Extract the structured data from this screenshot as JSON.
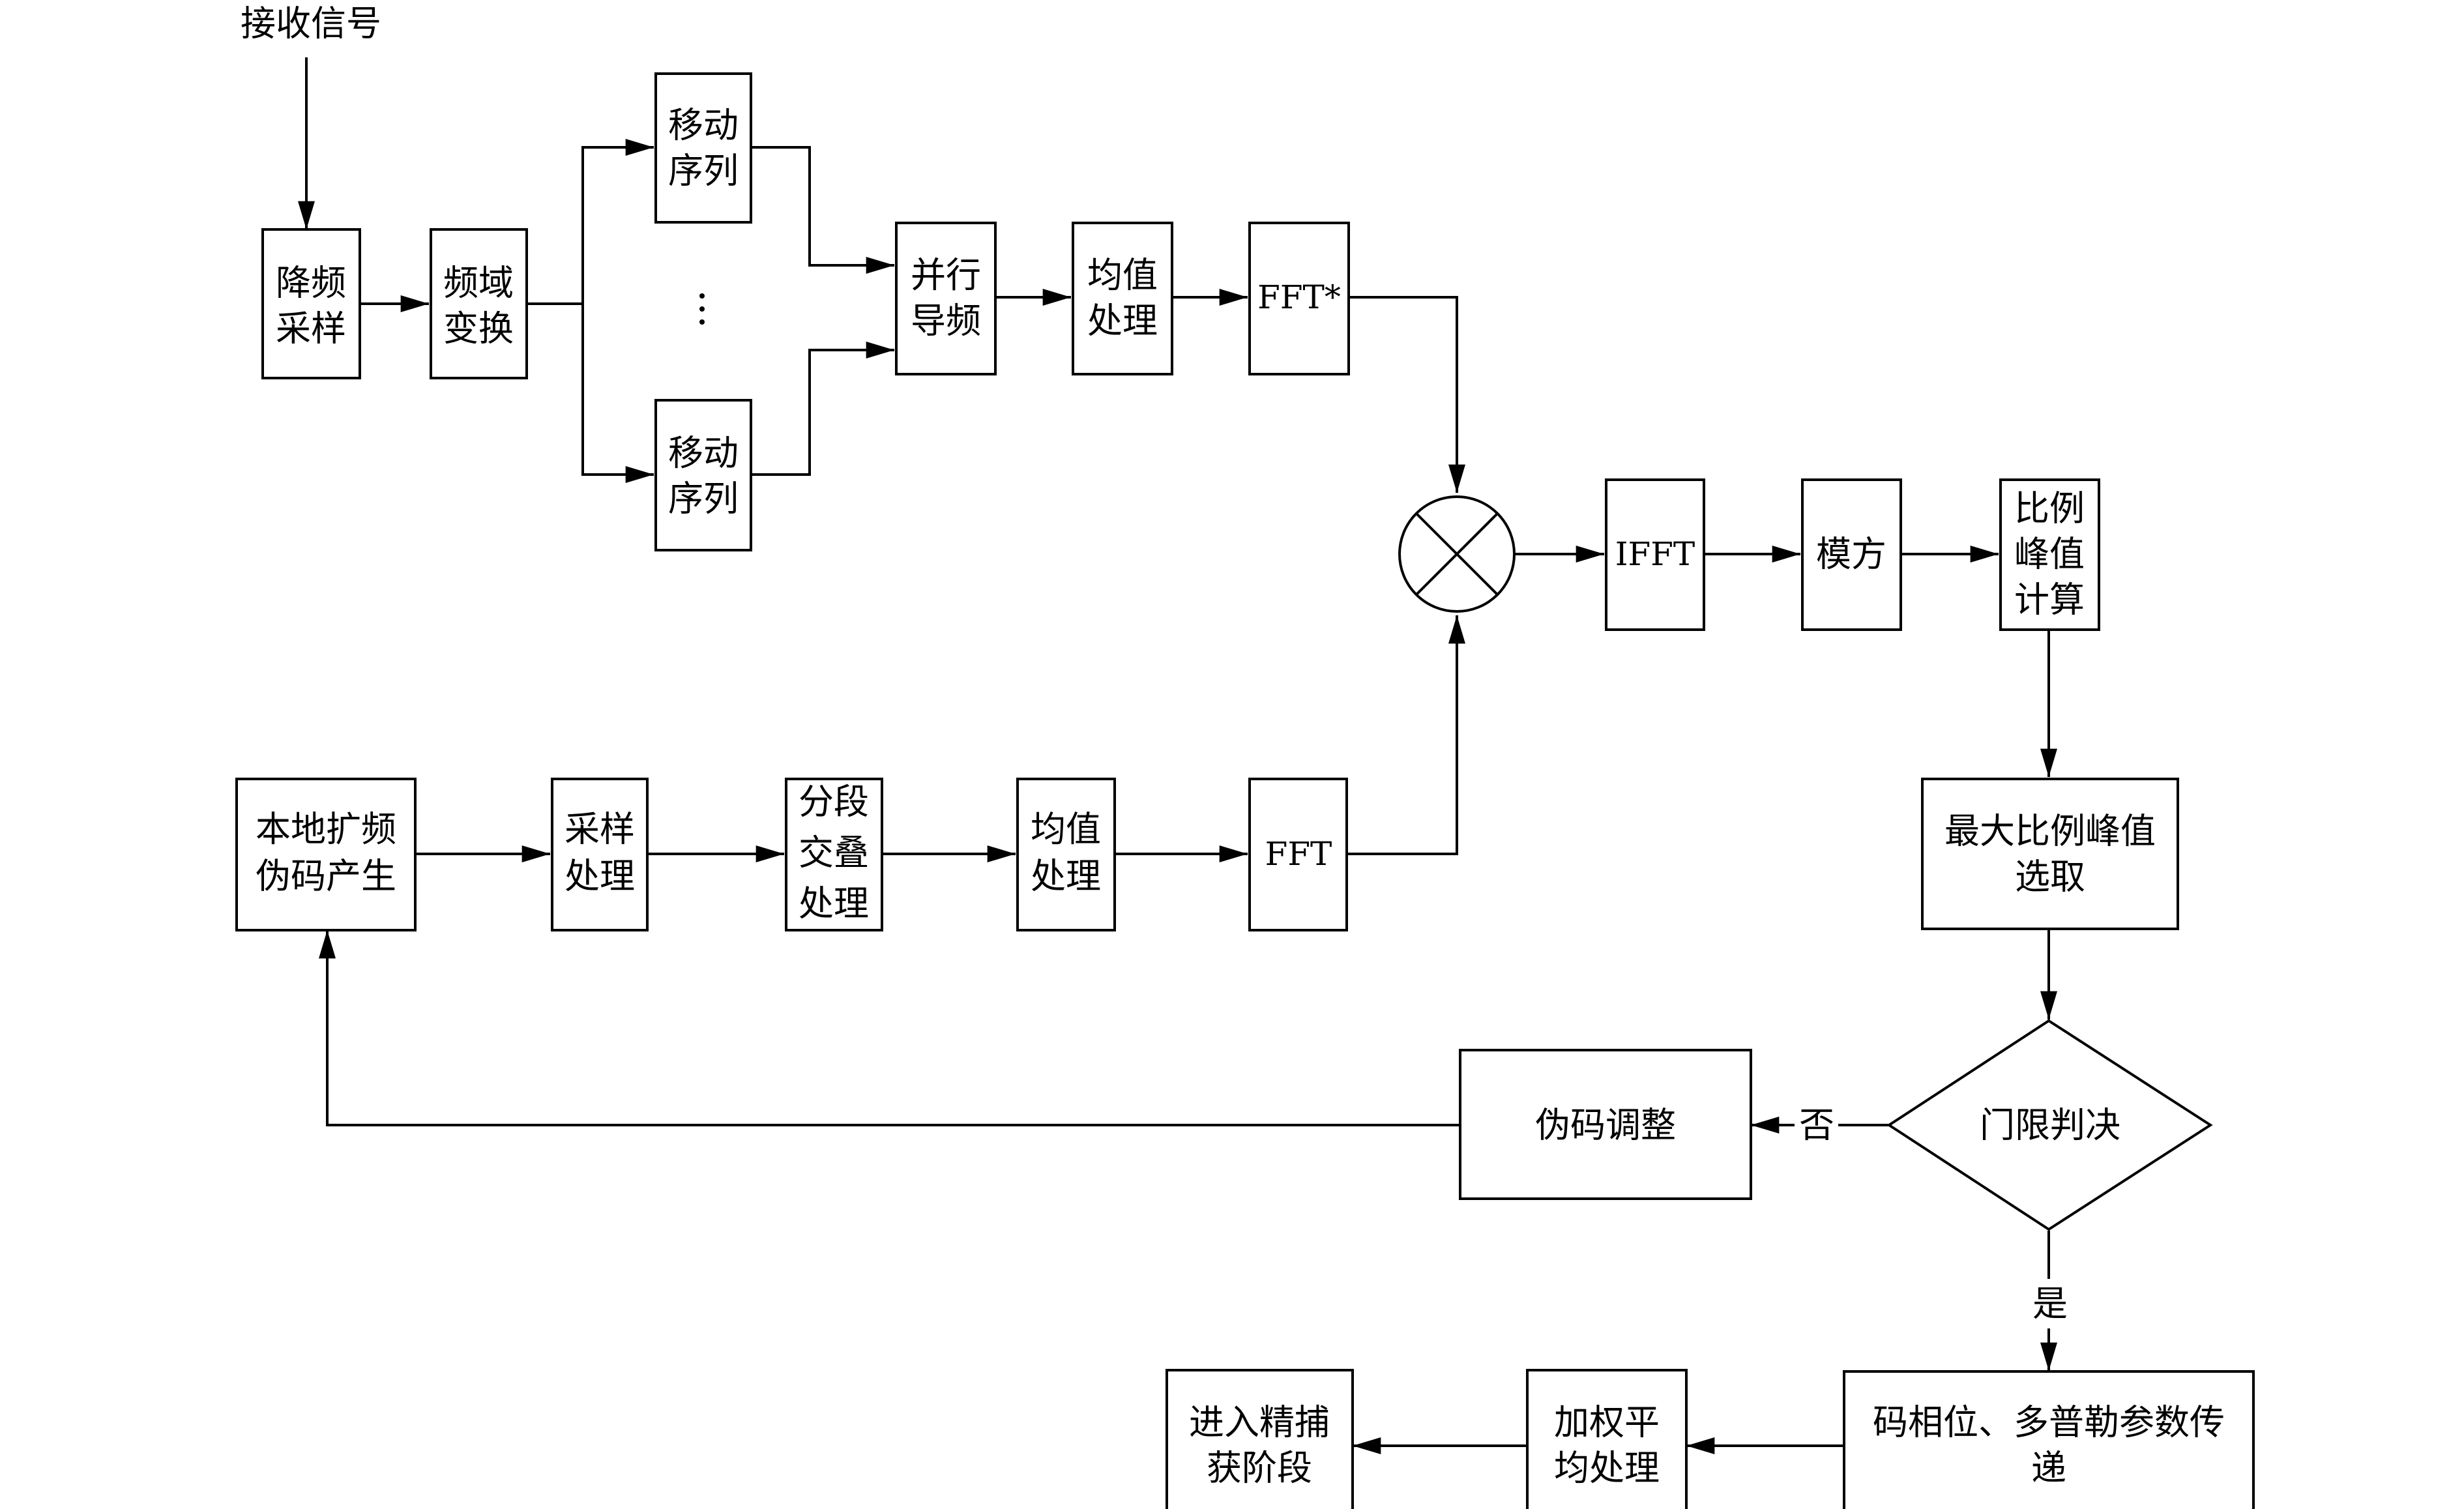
{
  "input_label": "接收信号",
  "nodes": {
    "downconvert_sample": [
      "降频",
      "采样"
    ],
    "frequency_transform": [
      "频域",
      "变换"
    ],
    "shift_sequence_top": [
      "移动",
      "序列"
    ],
    "shift_sequence_bottom": [
      "移动",
      "序列"
    ],
    "parallel_pilot": [
      "并行",
      "导频"
    ],
    "mean_process_top": [
      "均值",
      "处理"
    ],
    "fft_conj": [
      "FFT*"
    ],
    "ifft": [
      "IFFT"
    ],
    "modulus_square": [
      "模方"
    ],
    "ratio_peak_calc": [
      "比例",
      "峰值",
      "计算"
    ],
    "max_ratio_peak": [
      "最大比例峰值",
      "选取"
    ],
    "threshold_decision": [
      "门限判决"
    ],
    "local_code_gen": [
      "本地扩频",
      "伪码产生"
    ],
    "sampling_process": [
      "采样",
      "处理"
    ],
    "segment_overlap": [
      "分段",
      "交叠",
      "处理"
    ],
    "mean_process_bottom": [
      "均值",
      "处理"
    ],
    "fft": [
      "FFT"
    ],
    "code_adjust": [
      "伪码调整"
    ],
    "code_phase_doppler": [
      "码相位、多普勒参数传",
      "递"
    ],
    "weighted_average": [
      "加权平",
      "均处理"
    ],
    "enter_fine_acq": [
      "进入精捕",
      "获阶段"
    ]
  },
  "branch_labels": {
    "no": "否",
    "yes": "是"
  },
  "ellipsis": "⋮"
}
